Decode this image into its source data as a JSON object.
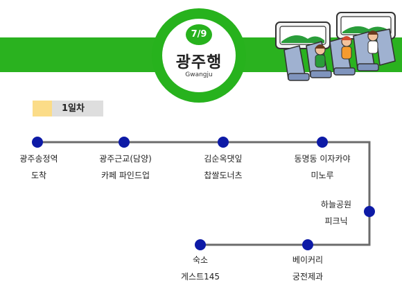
{
  "header": {
    "date": "7/9",
    "destination": "광주행",
    "destination_en": "Gwangju"
  },
  "day_tab": {
    "label": "1일차"
  },
  "colors": {
    "green": "#2ab21f",
    "stop_blue": "#0d1aa6",
    "route_gray": "#6b6b6b",
    "tab_accent": "#fbdc88",
    "tab_bg": "#dedede"
  },
  "stops": [
    {
      "line1": "광주송정역",
      "line2": "도착"
    },
    {
      "line1": "광주근교(담양)",
      "line2": "카페 파인드업"
    },
    {
      "line1": "김순옥댓잎",
      "line2": "찹쌀도너츠"
    },
    {
      "line1": "동명동 이자카야",
      "line2": "미노루"
    },
    {
      "line1": "하늘공원",
      "line2": "피크닉"
    },
    {
      "line1": "베이커리",
      "line2": "궁전제과"
    },
    {
      "line1": "숙소",
      "line2": "게스트145"
    }
  ]
}
